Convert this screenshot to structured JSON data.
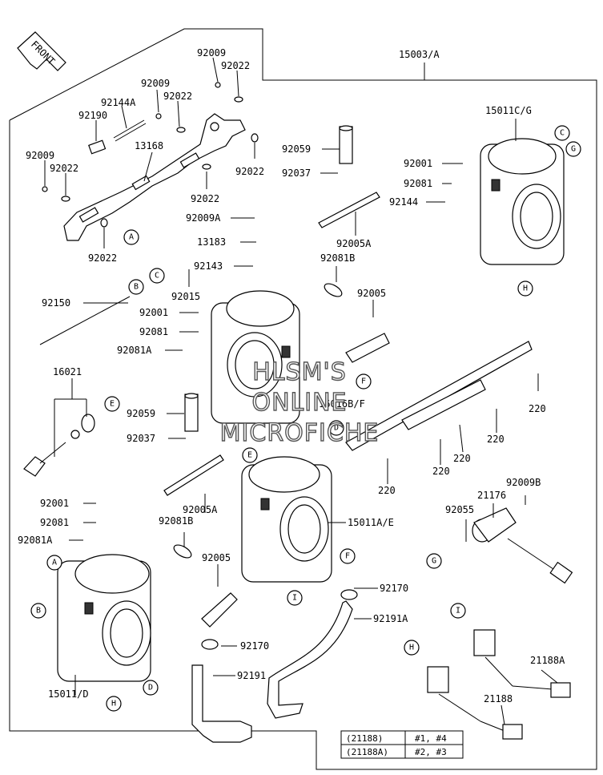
{
  "front_marker": "FRONT",
  "assembly_label": "15003/A",
  "labels": {
    "p92009_a": "92009",
    "p92022_a": "92022",
    "p92009_b": "92009",
    "p92022_b": "92022",
    "p92144A": "92144A",
    "p92190": "92190",
    "p13168": "13168",
    "p92009_c": "92009",
    "p92022_c": "92022",
    "p92022_d": "92022",
    "p92022_e": "92022",
    "p92022_f": "92022",
    "p92009A": "92009A",
    "p13183": "13183",
    "p92143": "92143",
    "p92015": "92015",
    "p92150": "92150",
    "p92001_a": "92001",
    "p92081_a": "92081",
    "p92081A_a": "92081A",
    "p16021": "16021",
    "p92059_a": "92059",
    "p92037_a": "92037",
    "p92059_b": "92059",
    "p92037_b": "92037",
    "p92005A_a": "92005A",
    "p92081B_a": "92081B",
    "p92005_a": "92005",
    "p15011CG": "15011C/G",
    "p92001_b": "92001",
    "p92081_b": "92081",
    "p92144": "92144",
    "p16016BF": "16016B/F",
    "p220_a": "220",
    "p220_b": "220",
    "p220_c": "220",
    "p220_d": "220",
    "p220_e": "220",
    "p92001_c": "92001",
    "p92081_c": "92081",
    "p92081A_b": "92081A",
    "p92005A_b": "92005A",
    "p92081B_b": "92081B",
    "p92005_b": "92005",
    "p15011AE": "15011A/E",
    "p92009B": "92009B",
    "p21176": "21176",
    "p92055": "92055",
    "p92170_a": "92170",
    "p92191A": "92191A",
    "p92170_b": "92170",
    "p92191": "92191",
    "p15011D": "15011/D",
    "p21188A": "21188A",
    "p21188": "21188"
  },
  "callouts": {
    "c1": "C",
    "c2": "G",
    "c3": "A",
    "c4": "C",
    "c5": "B",
    "c6": "H",
    "c7": "E",
    "c8": "F",
    "c9": "D",
    "c10": "E",
    "c11": "A",
    "c12": "B",
    "c13": "G",
    "c14": "I",
    "c15": "F",
    "c16": "D",
    "c17": "H",
    "c18": "I",
    "c19": "H"
  },
  "watermark": [
    "HLSM'S",
    "ONLINE",
    "MICROFICHE"
  ],
  "legend_table": [
    {
      "part": "(21188)",
      "cyl": "#1, #4"
    },
    {
      "part": "(21188A)",
      "cyl": "#2, #3"
    }
  ]
}
